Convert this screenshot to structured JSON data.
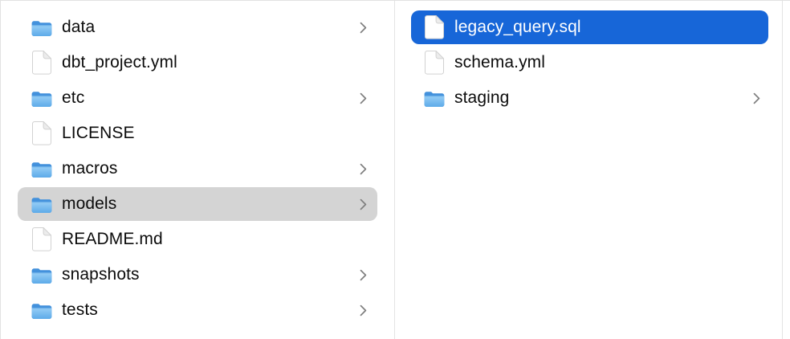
{
  "window": {
    "view": "finder-column-view"
  },
  "colors": {
    "background": "#ffffff",
    "border": "#e2e2e2",
    "divider": "#e3e3e3",
    "selection_active": "#1766d8",
    "selection_inactive": "#d4d4d4",
    "text": "#0c0c0c",
    "text_selected": "#ffffff",
    "chevron": "#7f7f7f",
    "folder_back": "#4391dc",
    "folder_front_top": "#92cbf5",
    "folder_front_bottom": "#5daae9",
    "document_fill": "#ffffff",
    "document_stroke": "#d2d2d2",
    "document_fold": "#ececec"
  },
  "columns": [
    {
      "name": "parent-folder-column",
      "items": [
        {
          "label": "data",
          "type": "folder",
          "has_chevron": true,
          "selected": false
        },
        {
          "label": "dbt_project.yml",
          "type": "file",
          "has_chevron": false,
          "selected": false
        },
        {
          "label": "etc",
          "type": "folder",
          "has_chevron": true,
          "selected": false
        },
        {
          "label": "LICENSE",
          "type": "file",
          "has_chevron": false,
          "selected": false
        },
        {
          "label": "macros",
          "type": "folder",
          "has_chevron": true,
          "selected": false
        },
        {
          "label": "models",
          "type": "folder",
          "has_chevron": true,
          "selected": true,
          "selection": "inactive"
        },
        {
          "label": "README.md",
          "type": "file",
          "has_chevron": false,
          "selected": false
        },
        {
          "label": "snapshots",
          "type": "folder",
          "has_chevron": true,
          "selected": false
        },
        {
          "label": "tests",
          "type": "folder",
          "has_chevron": true,
          "selected": false
        }
      ]
    },
    {
      "name": "models-folder-column",
      "items": [
        {
          "label": "legacy_query.sql",
          "type": "file",
          "has_chevron": false,
          "selected": true,
          "selection": "active"
        },
        {
          "label": "schema.yml",
          "type": "file",
          "has_chevron": false,
          "selected": false
        },
        {
          "label": "staging",
          "type": "folder",
          "has_chevron": true,
          "selected": false
        }
      ]
    }
  ]
}
